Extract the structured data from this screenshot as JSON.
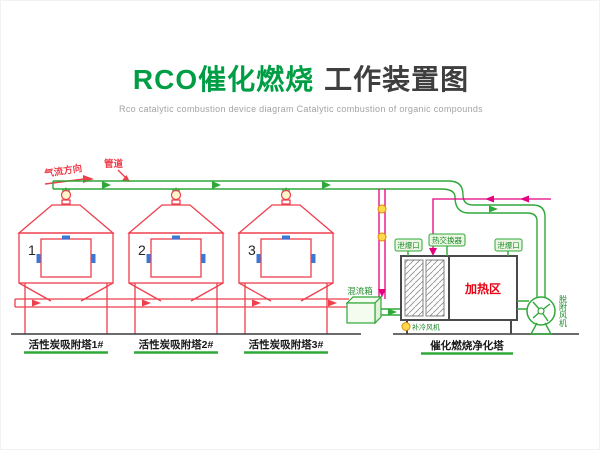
{
  "header": {
    "title_green": "RCO催化燃烧",
    "title_dark": "工作装置图",
    "subtitle": "Rco catalytic combustion device diagram Catalytic combustion of organic compounds"
  },
  "colors": {
    "title_green": "#009e44",
    "title_dark": "#3f3f3f",
    "pipe_green": "#2fa838",
    "tower_red": "#ee3f4d",
    "recirc_magenta": "#e4007f",
    "valve_yellow": "#ffd94d",
    "hinge_blue": "#3a78d6",
    "heating_red": "#e60012"
  },
  "diagram": {
    "airflow_label": "气流方向",
    "pipe_label": "管道",
    "towers": [
      {
        "num": "1",
        "label": "活性炭吸附塔1#"
      },
      {
        "num": "2",
        "label": "活性炭吸附塔2#"
      },
      {
        "num": "3",
        "label": "活性炭吸附塔3#"
      }
    ],
    "mixing_box_label": "混流箱",
    "vent_left_label": "泄爆口",
    "heat_exchanger_label": "热交换器",
    "vent_right_label": "泄爆口",
    "heating_zone_label": "加热区",
    "aux_fan_label": "补冷风机",
    "unit_label": "催化燃烧净化塔",
    "desorption_fan_label": "脱附风机"
  }
}
